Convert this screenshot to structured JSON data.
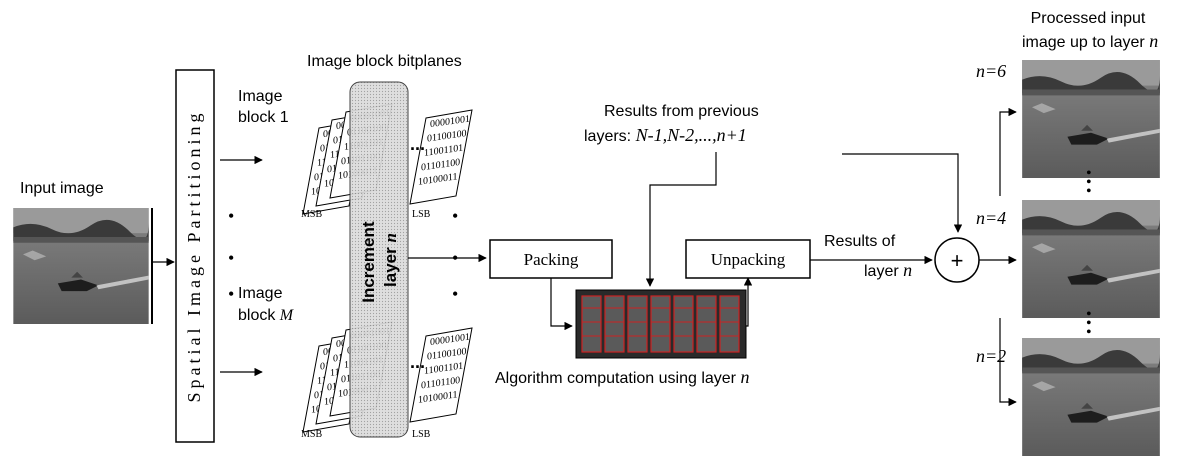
{
  "labels": {
    "input_image": "Input image",
    "spatial_partitioning": "Spatial Image Partitioning",
    "bitplanes_title": "Image block bitplanes",
    "image_block_word": "Image",
    "block_1": "block 1",
    "block_m_prefix": "block ",
    "block_m_var": "M",
    "msb": "MSB",
    "lsb": "LSB",
    "increment": "Increment",
    "layer_n_prefix": "layer ",
    "layer_n_var": "n",
    "packing": "Packing",
    "unpacking": "Unpacking",
    "results_prev_line1": "Results from previous",
    "results_prev_line2_prefix": "layers: ",
    "results_prev_line2_math": "N-1,N-2,...,n+1",
    "results_of": "Results of",
    "layer_word": "layer ",
    "n_var": "n",
    "algo_prefix": "Algorithm computation using layer ",
    "plus": "+",
    "processed_line1": "Processed input",
    "processed_line2": "image up to layer ",
    "n6": "n=6",
    "n4": "n=4",
    "n2": "n=2",
    "ellipsis": "...",
    "vdots": "•"
  },
  "bit_rows": [
    "00001001",
    "01100100",
    "11001101",
    "01101100",
    "10100011"
  ],
  "icons": {
    "input_thumbnail": "boat-image-icon",
    "chip": "chip-icon",
    "adder": "plus-circle-icon"
  },
  "colors": {
    "stroke": "#000000",
    "band": "#d9d9d9",
    "chip_red": "#cc2222",
    "water": "#6f6f6f",
    "shore": "#3a3a3a"
  }
}
